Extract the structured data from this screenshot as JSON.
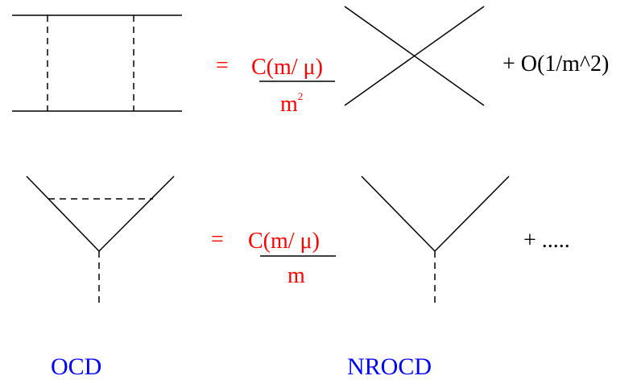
{
  "colors": {
    "line": "#000000",
    "formula": "#ff0000",
    "caption": "#0000ff"
  },
  "row1": {
    "equals": "=",
    "numerator": "C(m/ μ)",
    "denominator_base": "m",
    "denominator_exp": "2",
    "remainder": "+ O(1/m^2)"
  },
  "row2": {
    "equals": "=",
    "numerator": "C(m/ μ)",
    "denominator": "m",
    "remainder": "+ ....."
  },
  "captions": {
    "left": "OCD",
    "right": "NROCD"
  }
}
